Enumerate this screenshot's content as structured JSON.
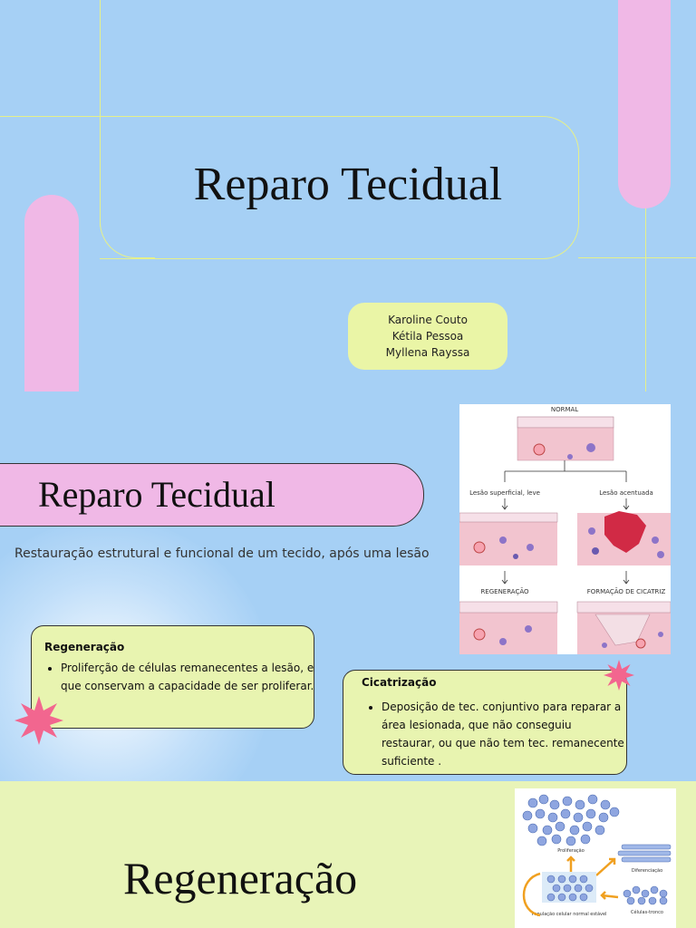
{
  "slide1": {
    "title": "Reparo Tecidual",
    "authors": [
      "Karoline Couto",
      "Kétila Pessoa",
      "Myllena  Rayssa"
    ]
  },
  "slide2": {
    "title": "Reparo Tecidual",
    "subtitle": "Restauração estrutural e funcional de um tecido, após uma lesão",
    "regeneracao": {
      "heading": "Regeneração",
      "bullet": " Proliferção de células remanecentes a lesão, e que conservam a capacidade de ser proliferar."
    },
    "cicatrizacao": {
      "heading": "Cicatrização",
      "bullet": "Deposição de tec. conjuntivo para reparar a área lesionada, que não conseguiu restaurar, ou que não tem tec. remanecente suficiente ."
    },
    "figure": {
      "normal": "NORMAL",
      "lesao_leve": "Lesão superficial, leve",
      "lesao_acentuada": "Lesão acentuada",
      "regeneracao": "REGENERAÇÃO",
      "cicatriz": "FORMAÇÃO DE CICATRIZ"
    }
  },
  "slide3": {
    "title": "Regeneração",
    "figure": {
      "proliferacao": "Proliferação",
      "diferenciacao": "Diferenciação",
      "populacao": "População celular normal estável",
      "celulas_tronco": "Células-tronco"
    }
  },
  "colors": {
    "background": "#a6d0f5",
    "pink": "#f0b8e6",
    "yellow_green": "#e8f4b0",
    "line": "#e6f08a",
    "star": "#f2668f"
  }
}
